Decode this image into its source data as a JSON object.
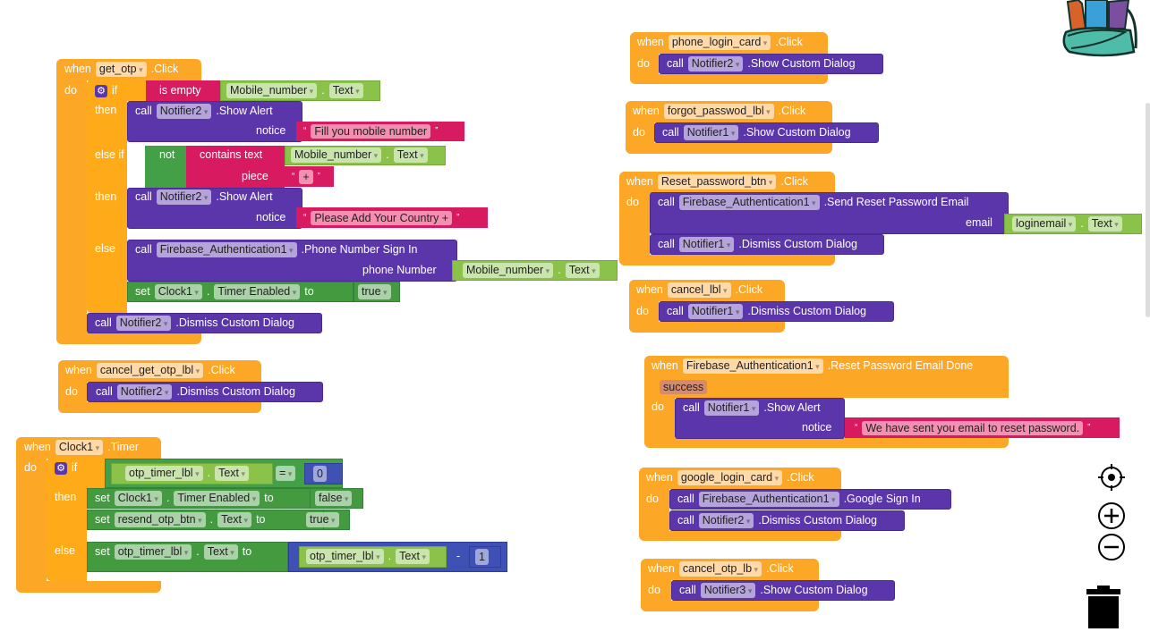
{
  "labels": {
    "when": "when",
    "do": "do",
    "call": "call",
    "set": "set",
    "to": "to",
    "if": "if",
    "then": "then",
    "else": "else",
    "else_if": "else if",
    "notice": "notice",
    "text": "Text",
    "dot": ".",
    "quote_open": "“",
    "quote_close": "”"
  },
  "get_otp": {
    "component": "get_otp",
    "event": ".Click",
    "is_empty": "is empty",
    "field": "Mobile_number",
    "notifier": "Notifier2",
    "show_alert": ".Show Alert",
    "msg1": "Fill you mobile number",
    "not": "not",
    "contains_text": "contains  text",
    "piece": "piece",
    "plus": "+",
    "msg2": "Please Add Your Country +",
    "firebase": "Firebase_Authentication1",
    "sign_in": ".Phone Number Sign In",
    "phone_number": "phone Number",
    "clock": "Clock1",
    "timer_enabled": "Timer Enabled",
    "true": "true",
    "dismiss": ".Dismiss Custom Dialog"
  },
  "cancel_get_otp": {
    "component": "cancel_get_otp_lbl",
    "event": ".Click",
    "notifier": "Notifier2",
    "method": ".Dismiss Custom Dialog"
  },
  "clock_timer": {
    "component": "Clock1",
    "event": ".Timer",
    "label": "otp_timer_lbl",
    "eq": "=",
    "zero": "0",
    "timer_enabled": "Timer Enabled",
    "false": "false",
    "resend": "resend_otp_btn",
    "true": "true",
    "minus": "-",
    "one": "1"
  },
  "phone_login": {
    "component": "phone_login_card",
    "event": ".Click",
    "notifier": "Notifier2",
    "method": ".Show Custom Dialog"
  },
  "forgot": {
    "component": "forgot_passwod_lbl",
    "event": ".Click",
    "notifier": "Notifier1",
    "method": ".Show Custom Dialog"
  },
  "reset_btn": {
    "component": "Reset_password_btn",
    "event": ".Click",
    "firebase": "Firebase_Authentication1",
    "method": ".Send Reset Password Email",
    "email": "email",
    "field": "loginemail",
    "notifier": "Notifier1",
    "dismiss": ".Dismiss Custom Dialog"
  },
  "cancel_lbl": {
    "component": "cancel_lbl",
    "event": ".Click",
    "notifier": "Notifier1",
    "method": ".Dismiss Custom Dialog"
  },
  "reset_done": {
    "component": "Firebase_Authentication1",
    "event": ".Reset Password Email Done",
    "param": "success",
    "notifier": "Notifier1",
    "method": ".Show Alert",
    "msg": "We have sent you email to reset password."
  },
  "google_login": {
    "component": "google_login_card",
    "event": ".Click",
    "firebase": "Firebase_Authentication1",
    "method": ".Google Sign In",
    "notifier": "Notifier2",
    "dismiss": ".Dismiss Custom Dialog"
  },
  "cancel_otp": {
    "component": "cancel_otp_lb",
    "event": ".Click",
    "notifier": "Notifier3",
    "method": ".Show Custom Dialog"
  },
  "colors": {
    "event": "#fda727",
    "control": "#ffab19",
    "procedure": "#5b36ab",
    "text": "#d81b60",
    "getter": "#8bc34a",
    "setter": "#439a3f",
    "math": "#3f51b5"
  }
}
